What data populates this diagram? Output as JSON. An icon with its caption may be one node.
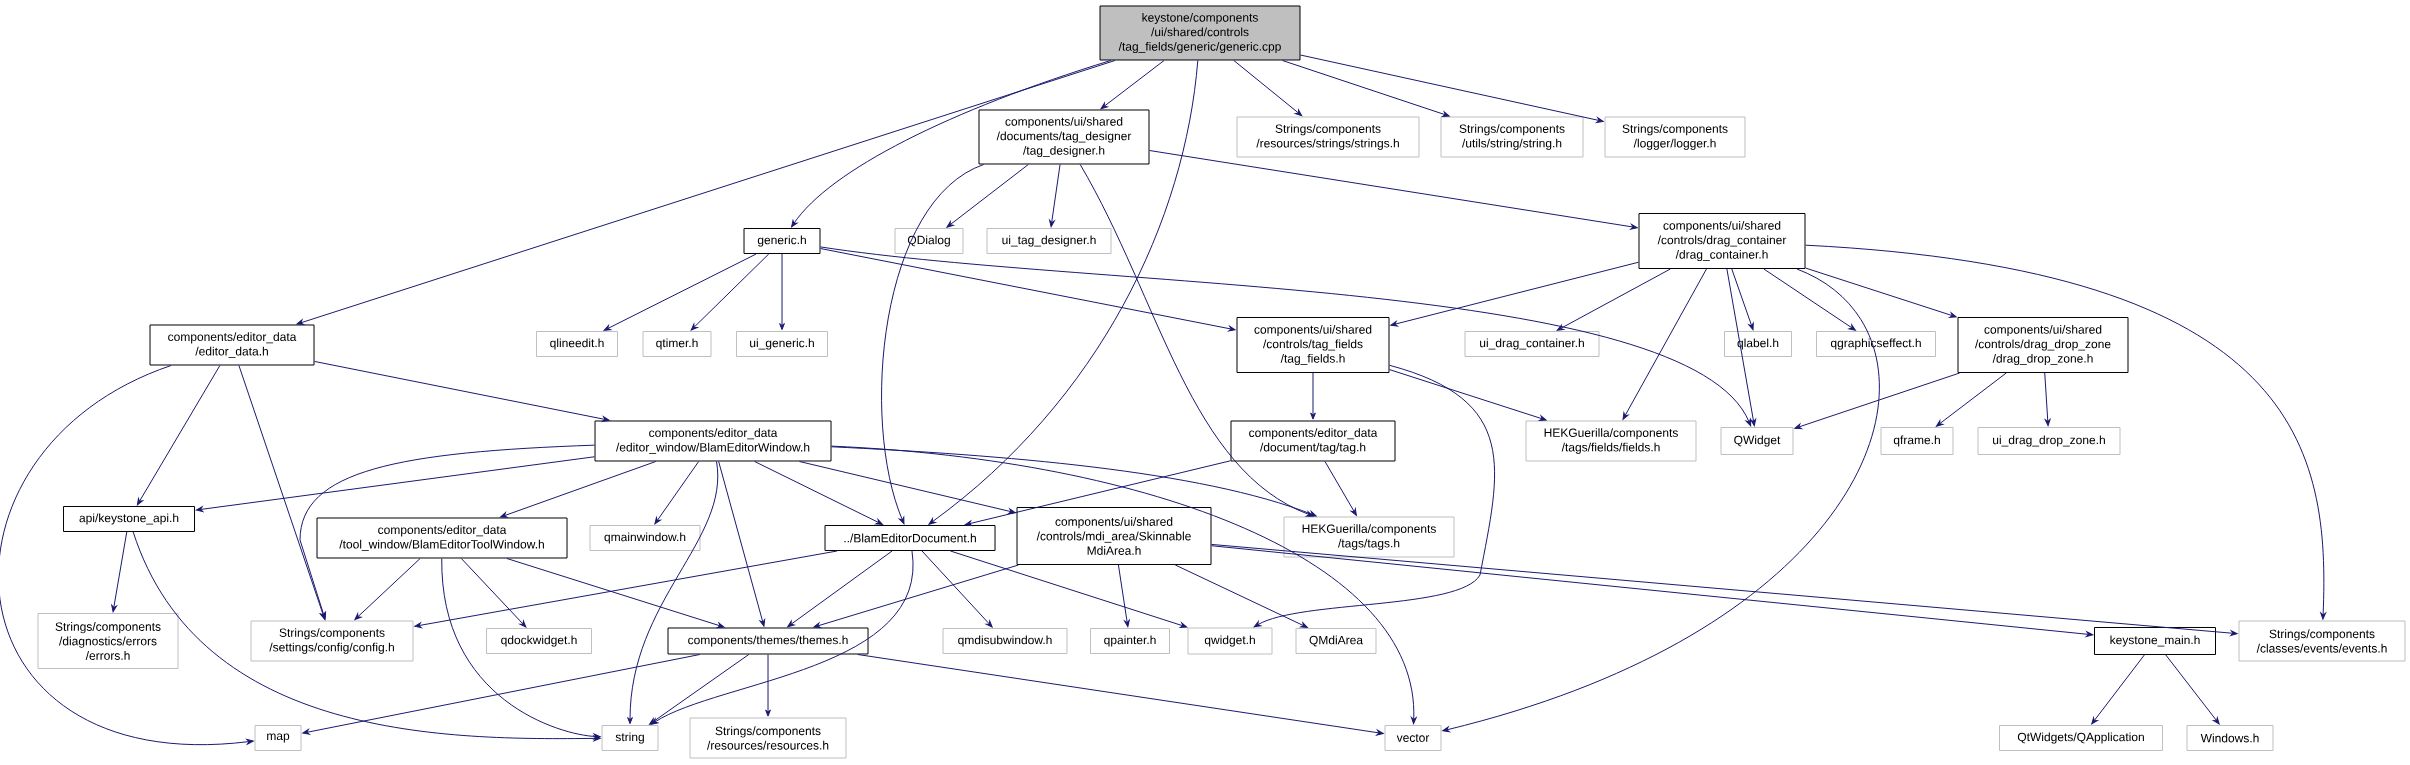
{
  "diagram": {
    "nodes": [
      {
        "text": [
          "keystone/components /ui/shared/controls /tag_fields/generic/generic.cpp"
        ]
      },
      {
        "text": [
          "components/ui/shared /documents/tag_designer /tag_designer.h"
        ]
      },
      {
        "text": [
          "generic.h"
        ]
      },
      {
        "text": [
          "Strings/components /resources/strings/strings.h"
        ]
      },
      {
        "text": [
          "Strings/components /utils/string/string.h"
        ]
      },
      {
        "text": [
          "Strings/components /logger/logger.h"
        ]
      },
      {
        "text": [
          "components/editor_data /editor_data.h"
        ]
      },
      {
        "text": [
          "QDialog"
        ]
      },
      {
        "text": [
          "ui_tag_designer.h"
        ]
      },
      {
        "text": [
          "components/ui/shared /controls/drag_container /drag_container.h"
        ]
      },
      {
        "text": [
          "qlineedit.h"
        ]
      },
      {
        "text": [
          "qtimer.h"
        ]
      },
      {
        "text": [
          "ui_generic.h"
        ]
      },
      {
        "text": [
          "components/ui/shared /controls/tag_fields /tag_fields.h"
        ]
      },
      {
        "text": [
          "ui_drag_container.h"
        ]
      },
      {
        "text": [
          "qlabel.h"
        ]
      },
      {
        "text": [
          "qgraphicseffect.h"
        ]
      },
      {
        "text": [
          "components/ui/shared /controls/drag_drop_zone /drag_drop_zone.h"
        ]
      },
      {
        "text": [
          "components/editor_data /editor_window/BlamEditorWindow.h"
        ]
      },
      {
        "text": [
          "components/editor_data /document/tag/tag.h"
        ]
      },
      {
        "text": [
          "HEKGuerilla/components /tags/fields/fields.h"
        ]
      },
      {
        "text": [
          "QWidget"
        ]
      },
      {
        "text": [
          "qframe.h"
        ]
      },
      {
        "text": [
          "ui_drag_drop_zone.h"
        ]
      },
      {
        "text": [
          "api/keystone_api.h"
        ]
      },
      {
        "text": [
          "components/editor_data /tool_window/BlamEditorToolWindow.h"
        ]
      },
      {
        "text": [
          "qmainwindow.h"
        ]
      },
      {
        "text": [
          "../BlamEditorDocument.h"
        ]
      },
      {
        "text": [
          "components/ui/shared /controls/mdi_area/Skinnable MdiArea.h"
        ]
      },
      {
        "text": [
          "HEKGuerilla/components /tags/tags.h"
        ]
      },
      {
        "text": [
          "Strings/components /diagnostics/errors /errors.h"
        ]
      },
      {
        "text": [
          "Strings/components /settings/config/config.h"
        ]
      },
      {
        "text": [
          "qdockwidget.h"
        ]
      },
      {
        "text": [
          "components/themes/themes.h"
        ]
      },
      {
        "text": [
          "qmdisubwindow.h"
        ]
      },
      {
        "text": [
          "qpainter.h"
        ]
      },
      {
        "text": [
          "qwidget.h"
        ]
      },
      {
        "text": [
          "QMdiArea"
        ]
      },
      {
        "text": [
          "keystone_main.h"
        ]
      },
      {
        "text": [
          "Strings/components /classes/events/events.h"
        ]
      },
      {
        "text": [
          "map"
        ]
      },
      {
        "text": [
          "string"
        ]
      },
      {
        "text": [
          "Strings/components /resources/resources.h"
        ]
      },
      {
        "text": [
          "vector"
        ]
      },
      {
        "text": [
          "QtWidgets/QApplication"
        ]
      },
      {
        "text": [
          "Windows.h"
        ]
      }
    ],
    "edges": [
      {
        "from": 0,
        "to": 1,
        "arrow": "to"
      },
      {
        "from": 0,
        "to": 2,
        "arrow": "to"
      },
      {
        "from": 0,
        "to": 3,
        "arrow": "to"
      },
      {
        "from": 0,
        "to": 4,
        "arrow": "to"
      },
      {
        "from": 0,
        "to": 5,
        "arrow": "to"
      },
      {
        "from": 0,
        "to": 6,
        "arrow": "to"
      },
      {
        "from": 0,
        "to": 27,
        "arrow": "to"
      },
      {
        "from": 1,
        "to": 7,
        "arrow": "to"
      },
      {
        "from": 1,
        "to": 8,
        "arrow": "to"
      },
      {
        "from": 1,
        "to": 9,
        "arrow": "to"
      },
      {
        "from": 1,
        "to": 27,
        "arrow": "to"
      },
      {
        "from": 1,
        "to": 29,
        "arrow": "to"
      },
      {
        "from": 2,
        "to": 10,
        "arrow": "to"
      },
      {
        "from": 2,
        "to": 11,
        "arrow": "to"
      },
      {
        "from": 2,
        "to": 12,
        "arrow": "to"
      },
      {
        "from": 2,
        "to": 13,
        "arrow": "to"
      },
      {
        "from": 2,
        "to": 21,
        "arrow": "to"
      },
      {
        "from": 6,
        "to": 18,
        "arrow": "to"
      },
      {
        "from": 6,
        "to": 24,
        "arrow": "to"
      },
      {
        "from": 6,
        "to": 31,
        "arrow": "to"
      },
      {
        "from": 6,
        "to": 40,
        "arrow": "to"
      },
      {
        "from": 9,
        "to": 13,
        "arrow": "to"
      },
      {
        "from": 9,
        "to": 14,
        "arrow": "to"
      },
      {
        "from": 9,
        "to": 15,
        "arrow": "to"
      },
      {
        "from": 9,
        "to": 16,
        "arrow": "to"
      },
      {
        "from": 9,
        "to": 17,
        "arrow": "to"
      },
      {
        "from": 9,
        "to": 20,
        "arrow": "to"
      },
      {
        "from": 9,
        "to": 21,
        "arrow": "to"
      },
      {
        "from": 9,
        "to": 43,
        "arrow": "to"
      },
      {
        "from": 9,
        "to": 39,
        "arrow": "to"
      },
      {
        "from": 13,
        "to": 19,
        "arrow": "to"
      },
      {
        "from": 13,
        "to": 20,
        "arrow": "to"
      },
      {
        "from": 13,
        "to": 36,
        "arrow": "to"
      },
      {
        "from": 17,
        "to": 21,
        "arrow": "to"
      },
      {
        "from": 17,
        "to": 22,
        "arrow": "to"
      },
      {
        "from": 17,
        "to": 23,
        "arrow": "to"
      },
      {
        "from": 18,
        "to": 24,
        "arrow": "to"
      },
      {
        "from": 18,
        "to": 25,
        "arrow": "to"
      },
      {
        "from": 18,
        "to": 26,
        "arrow": "to"
      },
      {
        "from": 18,
        "to": 27,
        "arrow": "to"
      },
      {
        "from": 18,
        "to": 28,
        "arrow": "to"
      },
      {
        "from": 18,
        "to": 29,
        "arrow": "to"
      },
      {
        "from": 18,
        "to": 31,
        "arrow": "to"
      },
      {
        "from": 18,
        "to": 41,
        "arrow": "to"
      },
      {
        "from": 18,
        "to": 33,
        "arrow": "to"
      },
      {
        "from": 18,
        "to": 43,
        "arrow": "to"
      },
      {
        "from": 19,
        "to": 27,
        "arrow": "to"
      },
      {
        "from": 19,
        "to": 29,
        "arrow": "to"
      },
      {
        "from": 24,
        "to": 30,
        "arrow": "to"
      },
      {
        "from": 24,
        "to": 41,
        "arrow": "to"
      },
      {
        "from": 25,
        "to": 31,
        "arrow": "to"
      },
      {
        "from": 25,
        "to": 32,
        "arrow": "to"
      },
      {
        "from": 25,
        "to": 33,
        "arrow": "to"
      },
      {
        "from": 25,
        "to": 41,
        "arrow": "to"
      },
      {
        "from": 27,
        "to": 31,
        "arrow": "to"
      },
      {
        "from": 27,
        "to": 33,
        "arrow": "to"
      },
      {
        "from": 27,
        "to": 34,
        "arrow": "to"
      },
      {
        "from": 27,
        "to": 36,
        "arrow": "to"
      },
      {
        "from": 27,
        "to": 41,
        "arrow": "to"
      },
      {
        "from": 28,
        "to": 33,
        "arrow": "to"
      },
      {
        "from": 28,
        "to": 35,
        "arrow": "to"
      },
      {
        "from": 28,
        "to": 37,
        "arrow": "to"
      },
      {
        "from": 28,
        "to": 38,
        "arrow": "to"
      },
      {
        "from": 28,
        "to": 39,
        "arrow": "to"
      },
      {
        "from": 33,
        "to": 40,
        "arrow": "to"
      },
      {
        "from": 33,
        "to": 41,
        "arrow": "to"
      },
      {
        "from": 33,
        "to": 42,
        "arrow": "to"
      },
      {
        "from": 33,
        "to": 43,
        "arrow": "to"
      },
      {
        "from": 38,
        "to": 44,
        "arrow": "to"
      },
      {
        "from": 38,
        "to": 45,
        "arrow": "to"
      }
    ]
  }
}
